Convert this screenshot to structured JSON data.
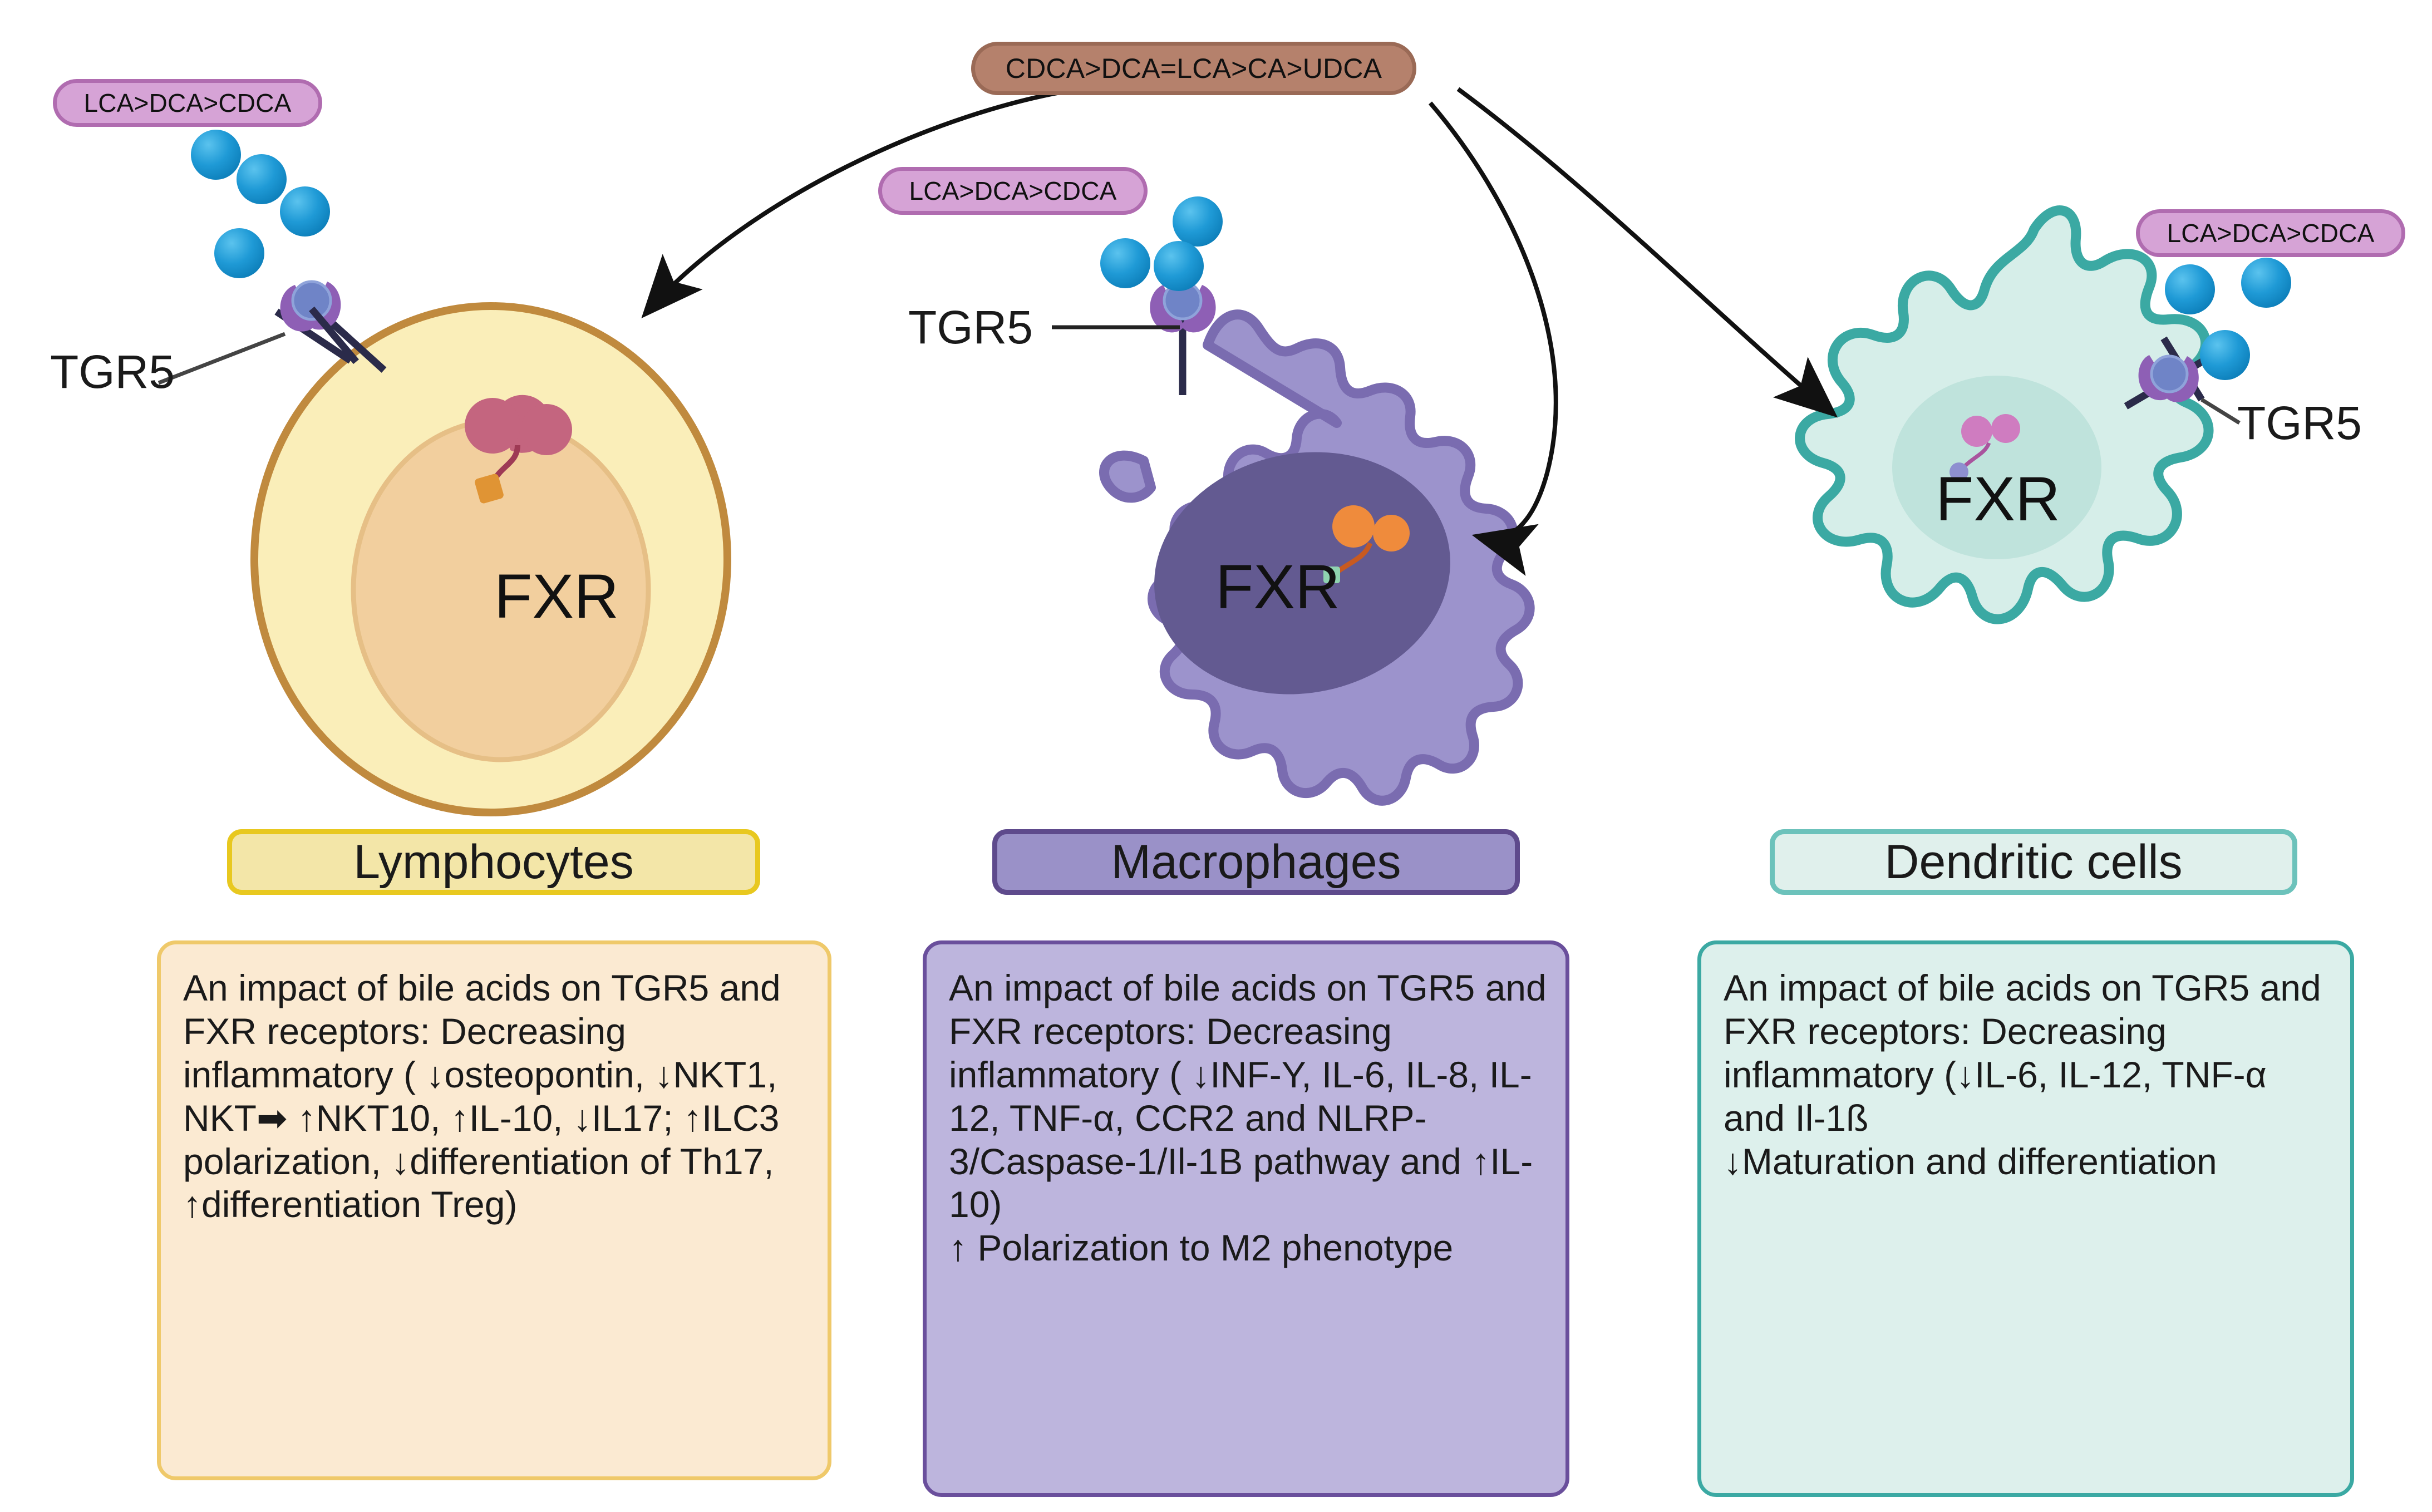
{
  "diagram": {
    "title_visible": false,
    "top_label": {
      "text": "CDCA>DCA=LCA>CA>UDCA",
      "color": "#b5816c"
    },
    "bile_acid_labels": [
      {
        "text": "LCA>DCA>CDCA",
        "color": "#d6a3d6"
      },
      {
        "text": "LCA>DCA>CDCA",
        "color": "#d6a3d6"
      },
      {
        "text": "LCA>DCA>CDCA",
        "color": "#d6a3d6"
      }
    ],
    "receptor_labels": [
      {
        "text": "TGR5"
      },
      {
        "text": "TGR5"
      },
      {
        "text": "TGR5"
      }
    ],
    "nucleus_labels": [
      {
        "text": "FXR"
      },
      {
        "text": "FXR"
      },
      {
        "text": "FXR"
      }
    ],
    "columns": [
      {
        "id": "lymphocytes",
        "badge_label": "Lymphocytes",
        "badge_fill": "#f3e6a8",
        "badge_border": "#e8c81f",
        "cell_fill": "#faeeb9",
        "cell_border": "#c08a3e",
        "nucleus_fill": "#f2cf9e",
        "nucleus_border": "#e2b980",
        "box_fill": "#fbead2",
        "box_border": "#efc96a",
        "description": "An impact of bile acids on TGR5 and FXR receptors: Decreasing inflammatory ( ↓osteopontin, ↓NKT1, NKT➡ ↑NKT10, ↑IL-10, ↓IL17;  ↑ILC3 polarization, ↓differentiation of Th17, ↑differentiation Treg)"
      },
      {
        "id": "macrophages",
        "badge_label": "Macrophages",
        "badge_fill": "#9a91c8",
        "badge_border": "#5e4a8c",
        "cell_fill": "#9c93cc",
        "cell_border": "#7a6cb0",
        "nucleus_fill": "#635a91",
        "nucleus_border": "#635a91",
        "box_fill": "#bdb5dd",
        "box_border": "#6a4f9c",
        "description": "An impact of bile acids on TGR5 and FXR receptors: Decreasing inflammatory ( ↓INF-Y, IL-6, IL-8, IL- 12, TNF-α, CCR2 and NLRP-3/Caspase-1/Il-1B pathway and  ↑IL-10)\n↑ Polarization to M2 phenotype"
      },
      {
        "id": "dendritic-cells",
        "badge_label": "Dendritic cells",
        "badge_fill": "#e0f0ec",
        "badge_border": "#6cc2bb",
        "cell_fill": "#d6eee9",
        "cell_border": "#3ba9a3",
        "nucleus_fill": "#bfe3dc",
        "nucleus_border": "#bfe3dc",
        "box_fill": "#ddf0ec",
        "box_border": "#3ba9a3",
        "description": "An impact of bile acids on TGR5 and FXR receptors: Decreasing inflammatory (↓IL-6, IL-12, TNF-α and Il-1ß\n↓Maturation and differentiation"
      }
    ],
    "colors": {
      "bile_acid_molecule": "#1f9ad6",
      "receptor_cup": "#8e5fb5",
      "receptor_ball": "#6f84c7",
      "receptor_stem": "#2b2b4a",
      "arrow": "#111111",
      "fxr_lymph_lobes": "#c4657f",
      "fxr_lymph_ligand": "#e09434",
      "fxr_mac_lobes": "#ef8b3c",
      "fxr_mac_ligand": "#8fd3b0",
      "fxr_den_lobes": "#cf7cc0",
      "fxr_den_ligand": "#8e8fd0"
    }
  }
}
